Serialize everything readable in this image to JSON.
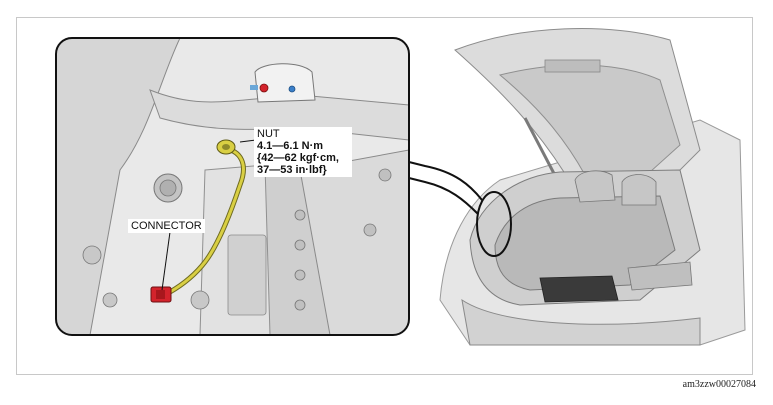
{
  "labels": {
    "nut_title": "NUT",
    "nut_spec_1": "4.1—6.1 N·m",
    "nut_spec_2": "{42—62 kgf·cm,",
    "nut_spec_3": "37—53 in·lbf}",
    "connector": "CONNECTOR"
  },
  "figure_id": "am3zzw00027084",
  "colors": {
    "connector_red": "#d3232c",
    "harness_yellow": "#d9cf43",
    "nut_blue": "#3a7fc9",
    "panel_gray": "#d8d8d8",
    "outline": "#1a1a1a"
  }
}
